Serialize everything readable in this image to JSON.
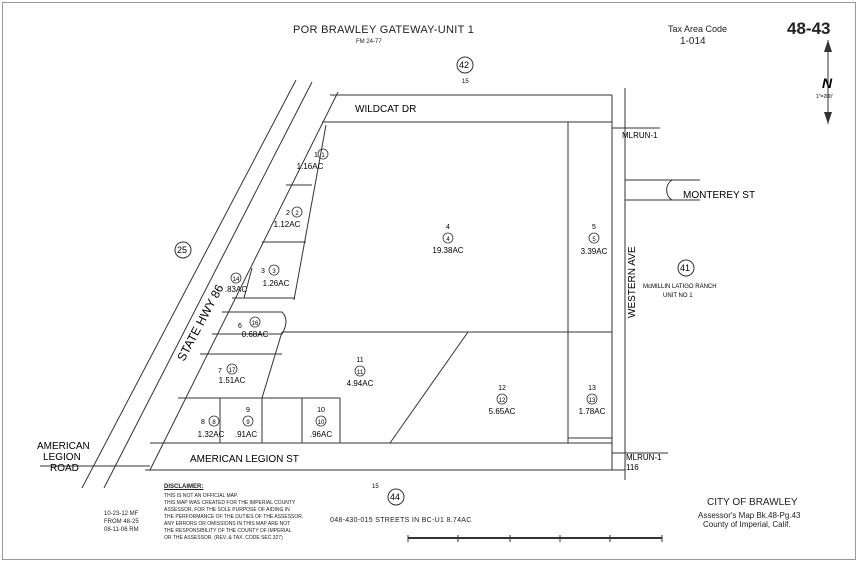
{
  "header": {
    "title": "POR BRAWLEY GATEWAY-UNIT 1",
    "subtitle": "FM 24-77",
    "tax_area_label": "Tax Area Code",
    "tax_area_value": "1-014",
    "page_number": "48-43"
  },
  "north_arrow": {
    "letter": "N",
    "scale": "1\"=200'"
  },
  "streets": {
    "wildcat": "WILDCAT DR",
    "american_legion_st": "AMERICAN LEGION ST",
    "american_legion_road_1": "AMERICAN",
    "american_legion_road_2": "LEGION",
    "american_legion_road_3": "ROAD",
    "state_hwy": "STATE HWY 86",
    "western": "WESTERN AVE",
    "monterey": "MONTEREY ST",
    "mlrun_top": "MLRUN-1",
    "mlrun_bottom": "MLRUN-1"
  },
  "book_circles": [
    {
      "id": "top",
      "value": "42"
    },
    {
      "id": "left",
      "value": "25"
    },
    {
      "id": "right",
      "value": "41"
    },
    {
      "id": "bottom",
      "value": "44"
    }
  ],
  "block_labels": {
    "top_15": "15",
    "bottom_15": "15",
    "road_116": "116",
    "mcmillin_1": "McMILLIN LATIGO RANCH",
    "mcmillin_2": "UNIT NO 1"
  },
  "parcels": [
    {
      "lot": "1",
      "num": "1",
      "acres": "1.16AC"
    },
    {
      "lot": "2",
      "num": "2",
      "acres": "1.12AC"
    },
    {
      "lot": "3",
      "num": "3",
      "acres": "1.26AC"
    },
    {
      "lot": "",
      "num": "14",
      "acres": ".83AC"
    },
    {
      "lot": "4",
      "num": "4",
      "acres": "19.38AC"
    },
    {
      "lot": "5",
      "num": "5",
      "acres": "3.39AC"
    },
    {
      "lot": "6",
      "num": "16",
      "acres": "0.68AC"
    },
    {
      "lot": "7",
      "num": "17",
      "acres": "1.51AC"
    },
    {
      "lot": "8",
      "num": "8",
      "acres": "1.32AC"
    },
    {
      "lot": "9",
      "num": "9",
      "acres": ".91AC"
    },
    {
      "lot": "10",
      "num": "10",
      "acres": ".96AC"
    },
    {
      "lot": "11",
      "num": "11",
      "acres": "4.94AC"
    },
    {
      "lot": "12",
      "num": "12",
      "acres": "5.65AC"
    },
    {
      "lot": "13",
      "num": "13",
      "acres": "1.78AC"
    }
  ],
  "footer": {
    "disclaimer_heading": "DISCLAIMER:",
    "disclaimer_text": "THIS IS NOT AN OFFICIAL MAP.\nTHIS MAP WAS CREATED FOR THE IMPERIAL COUNTY\nASSESSOR, FOR THE SOLE PURPOSE OF AIDING IN\nTHE PERFORMANCE OF THE DUTIES OF THE ASSESSOR.\nANY ERRORS OR OMISSIONS IN THIS MAP ARE NOT\nTHE RESPONSIBILITY OF THE COUNTY OF IMPERIAL\nOR THE ASSESSOR. (REV. & TAX. CODE SEC.327)",
    "dates": "10-23-12 MF\nFROM 48-25\n08-11-06 RM",
    "streets_note": "048-430-015 STREETS IN BC-U1 8.74AC",
    "city": "CITY OF BRAWLEY",
    "assessor_map": "Assessor's Map Bk.48-Pg.43",
    "county": "County of Imperial, Calif."
  }
}
